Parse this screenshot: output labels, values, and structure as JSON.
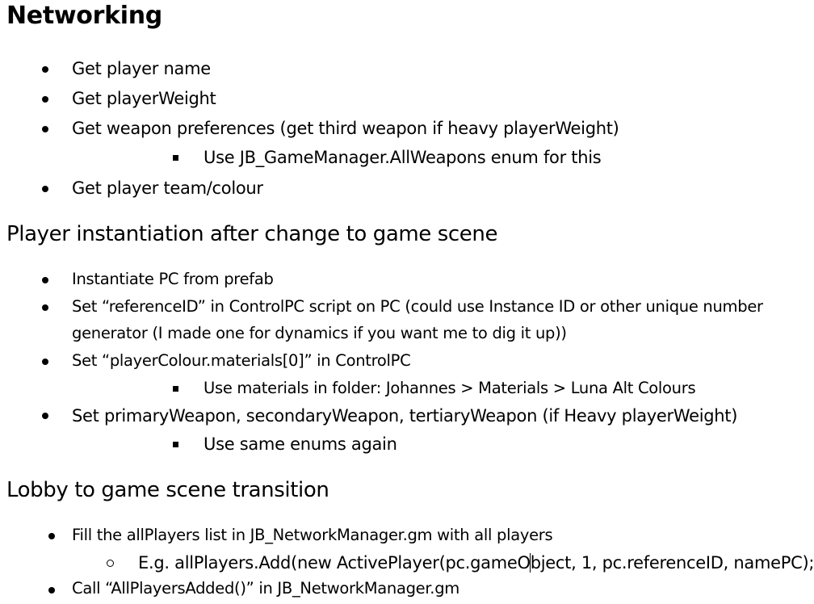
{
  "heading": "Networking",
  "networking_items": [
    "Get player name",
    "Get playerWeight",
    "Get weapon preferences (get third weapon if heavy playerWeight)",
    "Use JB_GameManager.AllWeapons enum for this",
    "Get player team/colour"
  ],
  "section2_title": "Player instantiation after change to game scene",
  "section2_items": [
    "Instantiate PC from prefab",
    "Set “referenceID” in ControlPC script on PC (could use Instance ID or other unique number",
    "generator (I made one for dynamics if you want me to dig it up))",
    "Set “playerColour.materials[0]” in ControlPC",
    "Use materials in folder: Johannes > Materials > Luna Alt Colours",
    "Set primaryWeapon, secondaryWeapon, tertiaryWeapon (if Heavy playerWeight)",
    "Use same enums again"
  ],
  "section3_title": "Lobby to game scene transition",
  "section3_items": [
    "Fill the allPlayers list in JB_NetworkManager.gm with all players",
    "E.g. allPlayers.Add(new ActivePlayer(pc.gameO",
    "bject, 1, pc.referenceID, namePC);",
    "Call “AllPlayersAdded()” in JB_NetworkManager.gm"
  ]
}
